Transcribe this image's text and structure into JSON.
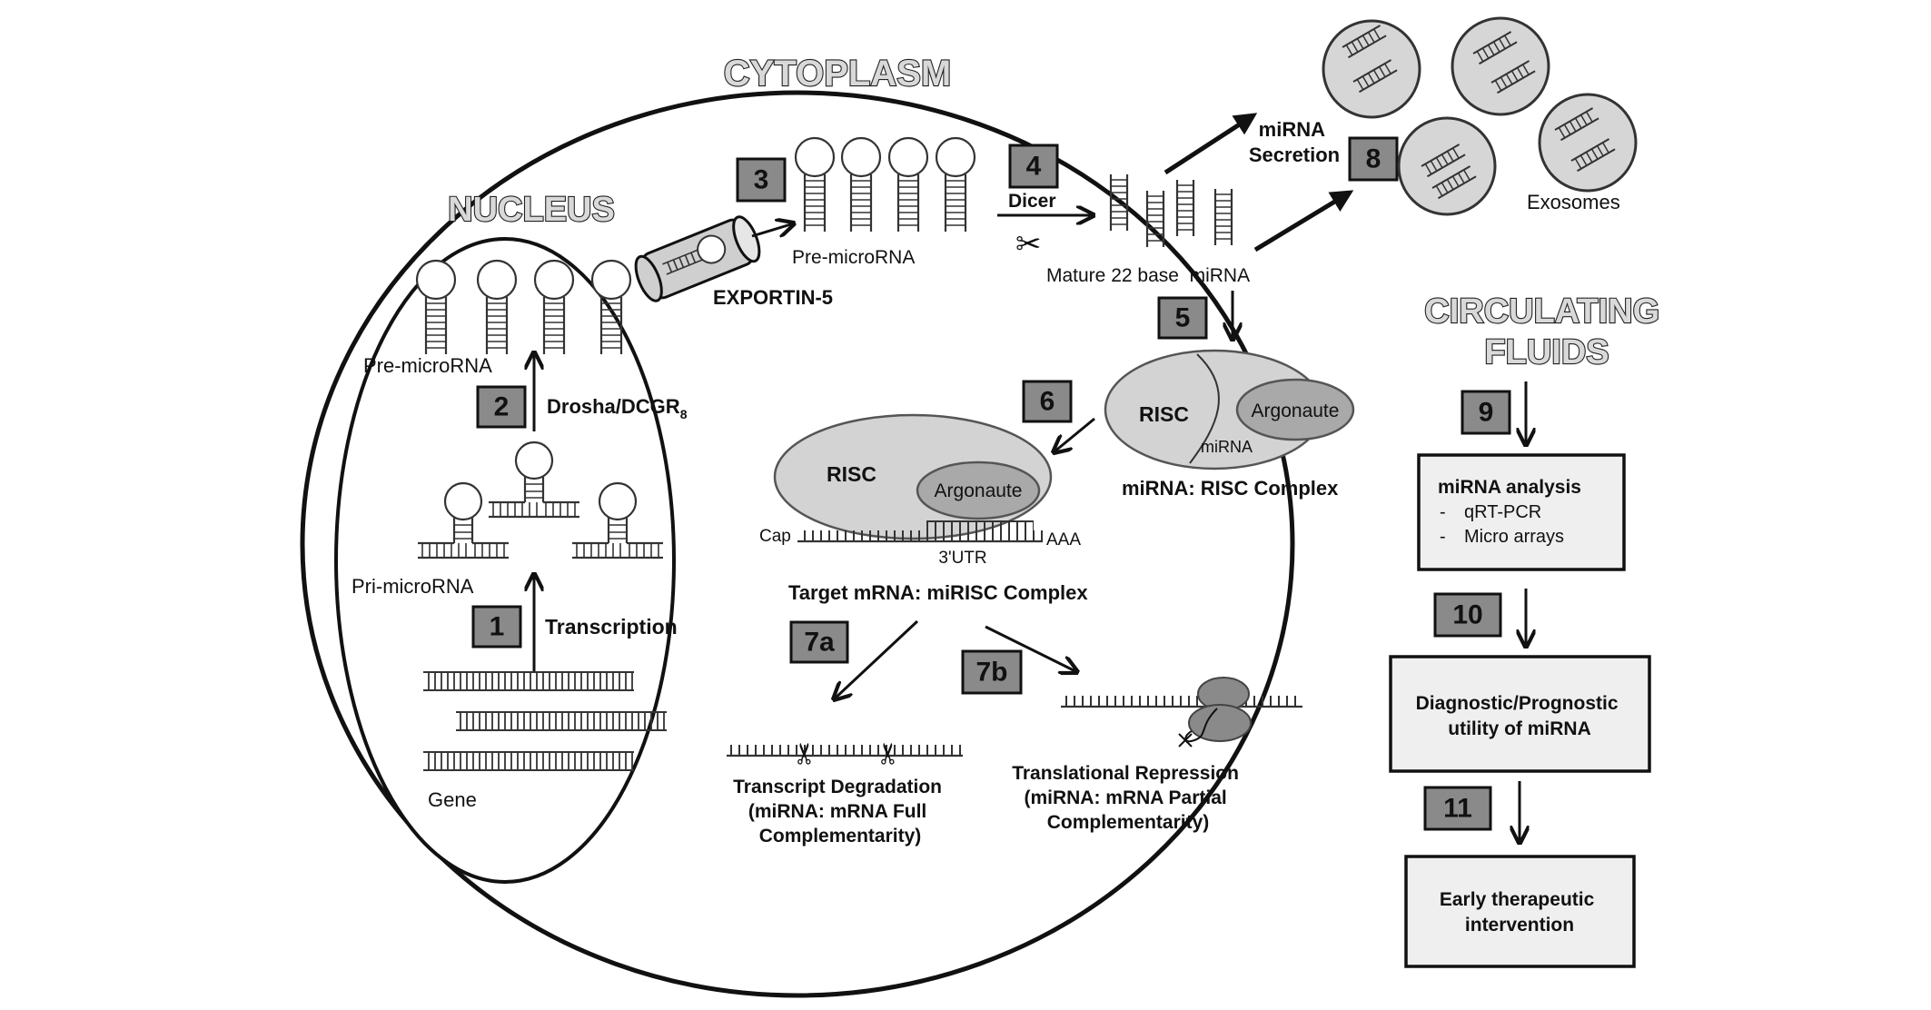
{
  "labels": {
    "cytoplasm": "CYTOPLASM",
    "nucleus": "NUCLEUS",
    "circulating": [
      "CIRCULATING",
      "FLUIDS"
    ],
    "pre_microrna_nucleus": "Pre-microRNA",
    "drosha_main": "Drosha/DCGR",
    "drosha_sub": "8",
    "pri_microrna": "Pri-microRNA",
    "transcription": "Transcription",
    "gene": "Gene",
    "exportin": "EXPORTIN-5",
    "pre_microrna_cyto": "Pre-microRNA",
    "dicer": "Dicer",
    "mature": "Mature 22 base  miRNA",
    "secretion": [
      "miRNA",
      "Secretion"
    ],
    "exosomes": "Exosomes",
    "risc_complex_title": "miRNA: RISC Complex",
    "risc": "RISC",
    "argonaute": "Argonaute",
    "mirna_small": "miRNA",
    "cap": "Cap",
    "aaa": "AAA",
    "utr": "3'UTR",
    "target_complex": "Target mRNA: miRISC Complex",
    "degradation": [
      "Transcript Degradation",
      "(miRNA: mRNA Full",
      "Complementarity)"
    ],
    "repression": [
      "Translational Repression",
      "(miRNA: mRNA Partial",
      "Complementarity)"
    ]
  },
  "steps": [
    "1",
    "2",
    "3",
    "4",
    "5",
    "6",
    "7a",
    "7b",
    "8",
    "9",
    "10",
    "11"
  ],
  "analysis": {
    "title": "miRNA analysis",
    "items": [
      "qRT-PCR",
      "Micro arrays"
    ],
    "bullet": "-"
  },
  "diagnostic": [
    "Diagnostic/Prognostic",
    "utility of miRNA"
  ],
  "therapeutic": [
    "Early therapeutic",
    "intervention"
  ],
  "colors": {
    "ellipse_fill": "#d3d3d3",
    "argonaute_fill": "#a9a9a9",
    "step_box": "#8a8a8a",
    "exosome_fill": "#d6d6d6"
  }
}
